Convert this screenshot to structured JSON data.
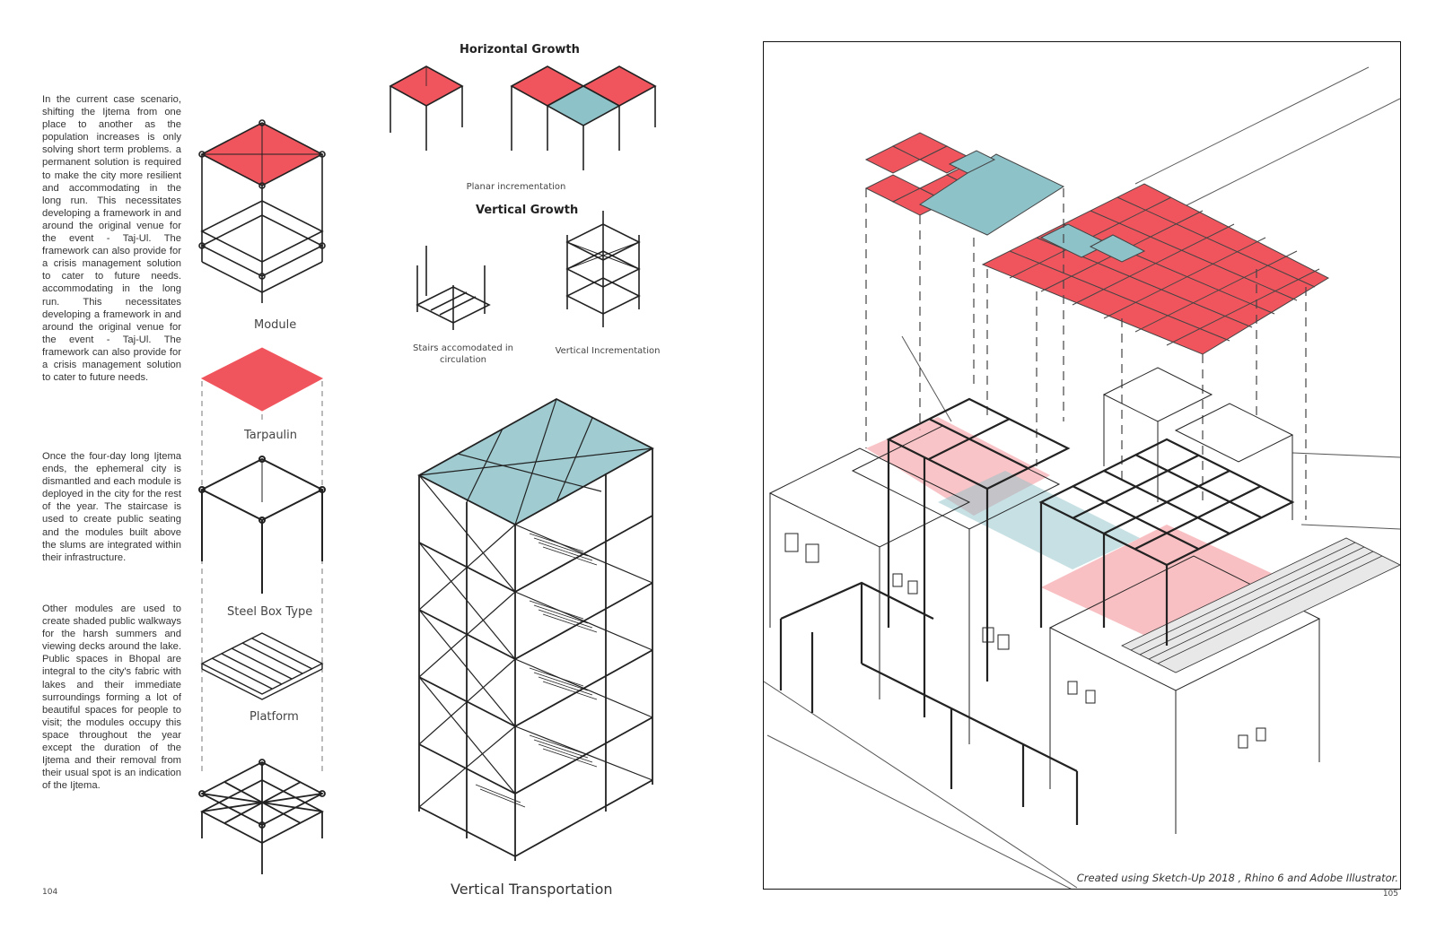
{
  "left_page": {
    "paragraphs": [
      "In the current case scenario, shifting the Ijtema from one place to another as the population increases is only solving short term problems. a permanent solution is required to make the city more resilient and accommodating in the long run. This necessitates developing a framework in and around the original venue for the event - Taj-Ul. The framework can also provide for a crisis management solution to cater to future needs. accommodating in the long run. This necessitates developing a framework in and around the original venue for the event - Taj-Ul. The framework can also provide for a crisis management solution to cater to future needs.",
      "Once the four-day long Ijtema ends, the ephemeral city is dismantled and each module is deployed in the city for the rest of the year. The staircase is used to create public seating and the modules built above the slums are integrated within their infrastructure.",
      "Other modules are used to create shaded public walkways for the harsh summers and viewing decks around the lake. Public spaces in Bhopal are integral to the city's fabric with lakes and their immediate surroundings forming a lot of beautiful spaces for people to visit; the modules occupy this space throughout the year except the duration of the Ijtema and their removal from their usual spot is an indication of the Ijtema."
    ],
    "labels": {
      "module": "Module",
      "tarpaulin": "Tarpaulin",
      "steel_box": "Steel Box Type",
      "platform": "Platform"
    },
    "page_number": "104"
  },
  "middle": {
    "horizontal_growth": "Horizontal Growth",
    "planar_incrementation": "Planar incrementation",
    "vertical_growth": "Vertical Growth",
    "stairs_caption": "Stairs accomodated in circulation",
    "vertical_incrementation": "Vertical Incrementation",
    "vertical_transportation": "Vertical Transportation"
  },
  "right_page": {
    "credit": "Created using Sketch-Up 2018 , Rhino 6 and Adobe Illustrator.",
    "page_number": "105"
  },
  "colors": {
    "tarp_red": "#f0555d",
    "tarp_teal": "#8ec2c9",
    "light_pink": "#f7b5b9",
    "line": "#222222"
  }
}
